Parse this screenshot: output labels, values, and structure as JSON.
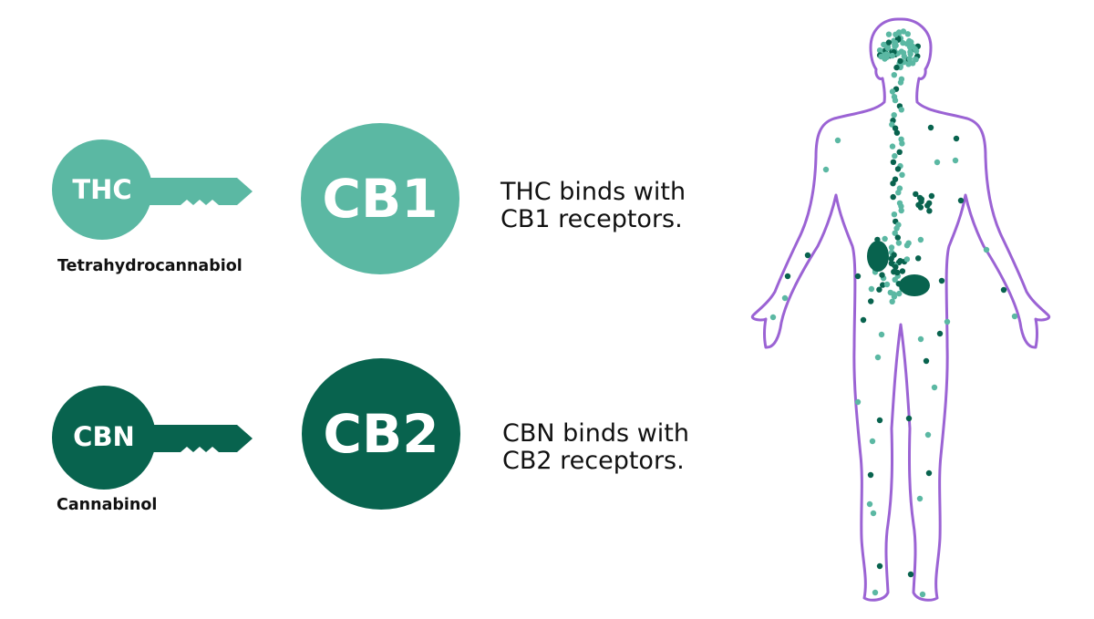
{
  "colors": {
    "light_teal": "#5bb8a3",
    "dark_green": "#08634e",
    "outline_purple": "#9b63d4",
    "text": "#111111"
  },
  "rows": [
    {
      "key_label": "THC",
      "caption": "Tetrahydrocannabiol",
      "receptor": "CB1",
      "binds_line1": "THC binds with",
      "binds_line2": "CB1 receptors.",
      "color": "light"
    },
    {
      "key_label": "CBN",
      "caption": "Cannabinol",
      "receptor": "CB2",
      "binds_line1": "CBN binds with",
      "binds_line2": "CB2 receptors.",
      "color": "dark"
    }
  ],
  "figure": {
    "icon": "human-body-outline-icon",
    "description_icon": "receptor-dots-icon"
  }
}
